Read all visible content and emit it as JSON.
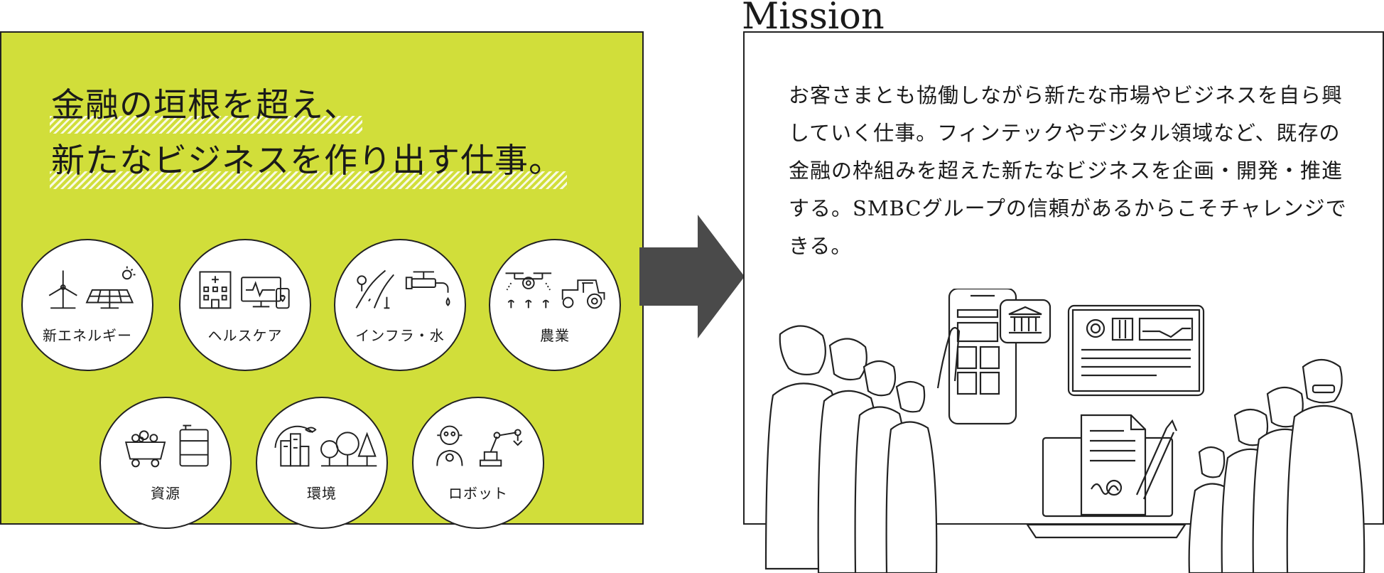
{
  "headline": {
    "line1": "金融の垣根を超え、",
    "line2": "新たなビジネスを作り出す仕事。"
  },
  "industries": [
    {
      "label": "新エネルギー",
      "icons": [
        "wind-turbine-icon",
        "solar-panel-icon"
      ]
    },
    {
      "label": "ヘルスケア",
      "icons": [
        "hospital-icon",
        "health-monitor-icon"
      ]
    },
    {
      "label": "インフラ・水",
      "icons": [
        "road-icon",
        "water-faucet-icon"
      ]
    },
    {
      "label": "農業",
      "icons": [
        "drone-icon",
        "tractor-icon"
      ]
    },
    {
      "label": "資源",
      "icons": [
        "mine-cart-icon",
        "oil-drum-icon"
      ]
    },
    {
      "label": "環境",
      "icons": [
        "city-buildings-icon",
        "trees-icon"
      ]
    },
    {
      "label": "ロボット",
      "icons": [
        "robot-icon",
        "robot-arm-icon"
      ]
    }
  ],
  "mission": {
    "title": "Mission",
    "body": "お客さまとも協働しながら新たな市場やビジネスを自ら興していく仕事。フィンテックやデジタル領域など、既存の金融の枠組みを超えた新たなビジネスを企画・開発・推進する。SMBCグループの信頼があるからこそチャレンジできる。"
  },
  "colors": {
    "panel_green": "#d1de3a",
    "arrow": "#4a4a4a",
    "line": "#222222"
  }
}
